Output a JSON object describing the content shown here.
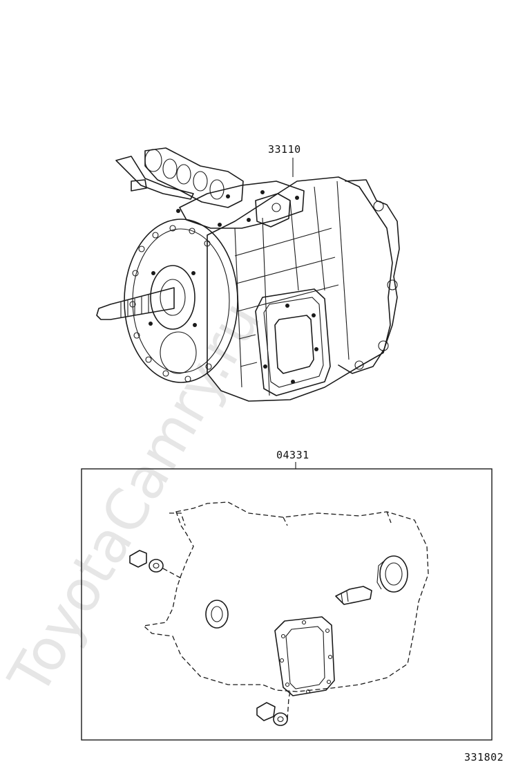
{
  "watermark": "ToyotaCamry.ru",
  "callouts": {
    "transmission_assembly": "33110",
    "gasket_kit": "04331"
  },
  "diagram_id": "331802"
}
